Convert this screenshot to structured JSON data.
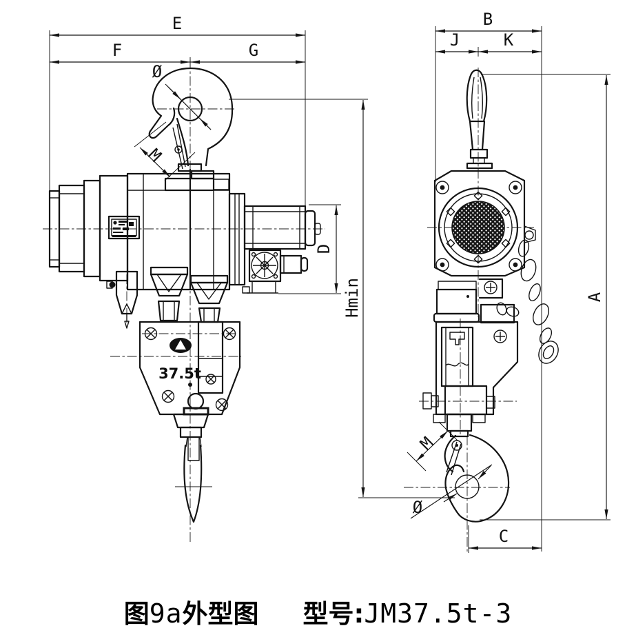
{
  "drawing": {
    "line_color": "#141414",
    "background": "#ffffff",
    "dimension_labels": {
      "e": "E",
      "f": "F",
      "g": "G",
      "b": "B",
      "j": "J",
      "k": "K",
      "hmin": "Hmin",
      "d": "D",
      "a": "A",
      "c": "C",
      "m_left": "M",
      "m_right": "M",
      "dia_left": "Ø",
      "dia_right": "Ø"
    },
    "markings": {
      "capacity": "37.5t"
    }
  },
  "caption": {
    "figure_prefix": "图",
    "figure_number": "9a",
    "figure_suffix": "外型图",
    "model_label": "型号:",
    "model_value": "JM37.5t-3"
  }
}
